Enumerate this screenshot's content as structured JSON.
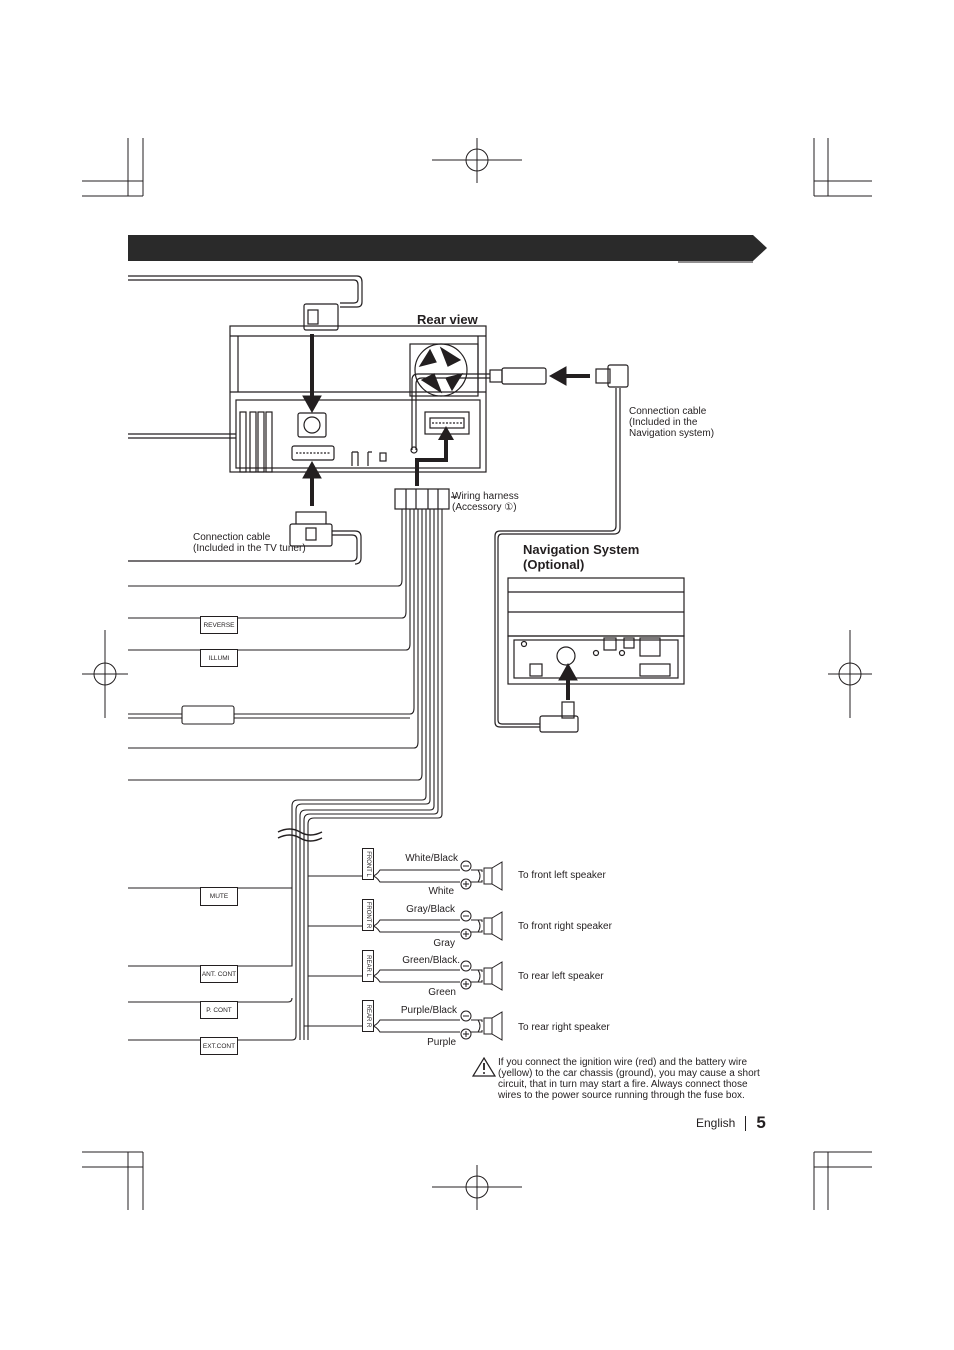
{
  "labels": {
    "rear_view": "Rear view",
    "nav_system": "Navigation System (Optional)",
    "nav_cable": "Connection cable (Included in the Navigation system)",
    "wiring_harness": "Wiring harness (Accessory ①)",
    "tv_cable": "Connection cable (Included in the TV tuner)"
  },
  "boxes": {
    "reverse": "REVERSE",
    "illumi": "ILLUMI",
    "mute": "MUTE",
    "ant_cont": "ANT. CONT",
    "p_cont": "P. CONT",
    "ext_cont": "EXT.CONT"
  },
  "speaker_groups": [
    {
      "tag": "FRONT L",
      "neg_wire": "White/Black",
      "pos_wire": "White",
      "dest": "To front left speaker"
    },
    {
      "tag": "FRONT R",
      "neg_wire": "Gray/Black",
      "pos_wire": "Gray",
      "dest": "To front right speaker"
    },
    {
      "tag": "REAR L",
      "neg_wire": "Green/Black.",
      "pos_wire": "Green",
      "dest": "To rear left speaker"
    },
    {
      "tag": "REAR R",
      "neg_wire": "Purple/Black",
      "pos_wire": "Purple",
      "dest": "To rear right speaker"
    }
  ],
  "warning": "If you connect the ignition wire (red) and the battery wire (yellow) to the car chassis (ground), you may cause a short circuit, that in turn may start a fire. Always connect those wires to the power source running through the fuse box.",
  "footer": {
    "language": "English",
    "page": "5"
  }
}
